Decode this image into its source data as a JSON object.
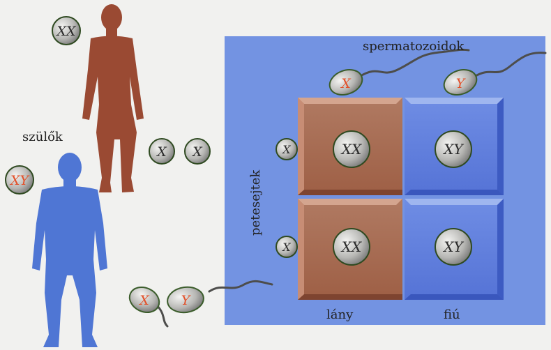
{
  "labels": {
    "parents": "szülők",
    "sperm_cells": "spermatozoidok",
    "egg_cells": "petesejtek",
    "daughter": "lány",
    "son": "fiú"
  },
  "chromosomes": {
    "female_parent": "XX",
    "male_parent": "XY",
    "egg_x": "X",
    "sperm_x": "X",
    "sperm_y": "Y",
    "cell_top_left": "XX",
    "cell_top_right": "XY",
    "cell_bottom_left": "XX",
    "cell_bottom_right": "XY"
  },
  "colors": {
    "panel": "#6f8fe0",
    "female_cell": "#a66a52",
    "male_cell": "#5f7fdc",
    "female_figure": "#9a4a33",
    "male_figure": "#4f76d4",
    "highlight_letter": "#e2512b",
    "chromosome_ball": "#b7b7b4",
    "chromosome_border": "#2f4a21"
  }
}
